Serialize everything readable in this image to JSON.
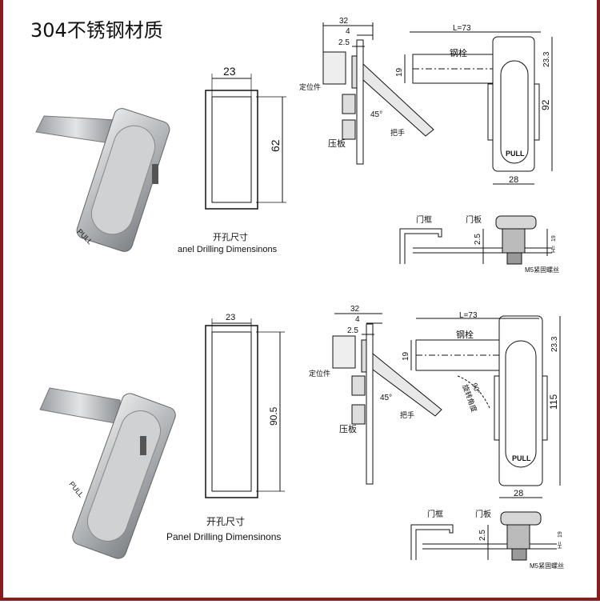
{
  "header": {
    "title": "304不锈钢材质"
  },
  "top": {
    "cutout": {
      "width": "23",
      "height": "62",
      "caption_cn": "开孔尺寸",
      "caption_en": "anel Drilling Dimensinons"
    },
    "side": {
      "dim_total": "32",
      "dim_4": "4",
      "dim_25": "2.5",
      "label_locator": "定位件",
      "label_plate": "压板",
      "label_handle": "把手",
      "angle": "45°"
    },
    "front": {
      "dim_L": "L=73",
      "label_bolt": "钢栓",
      "dim_19": "19",
      "dim_233": "23.3",
      "dim_92": "92",
      "dim_28": "28",
      "pull": "PULL"
    },
    "section": {
      "label_frame": "门框",
      "label_door": "门板",
      "dim_25": "2.5",
      "dim_19": "19",
      "dim_h": "H=",
      "label_screw": "M5紧固螺丝"
    }
  },
  "bottom": {
    "cutout": {
      "width": "23",
      "height": "90.5",
      "caption_cn": "开孔尺寸",
      "caption_en": "Panel Drilling Dimensinons"
    },
    "side": {
      "dim_total": "32",
      "dim_4": "4",
      "dim_25": "2.5",
      "label_locator": "定位件",
      "label_plate": "压板",
      "label_handle": "把手",
      "angle": "45°"
    },
    "front": {
      "dim_L": "L=73",
      "label_bolt": "钢栓",
      "dim_19": "19",
      "dim_233": "23.3",
      "dim_115": "115",
      "dim_28": "28",
      "pull": "PULL",
      "rot_angle": "90°",
      "rot_label": "旋转角度"
    },
    "section": {
      "label_frame": "门框",
      "label_door": "门板",
      "dim_25": "2.5",
      "dim_19": "19",
      "dim_h": "H=",
      "label_screw": "M5紧固螺丝"
    }
  },
  "colors": {
    "frame_border": "#8a1c1c",
    "metal": "#b9bcbf"
  }
}
